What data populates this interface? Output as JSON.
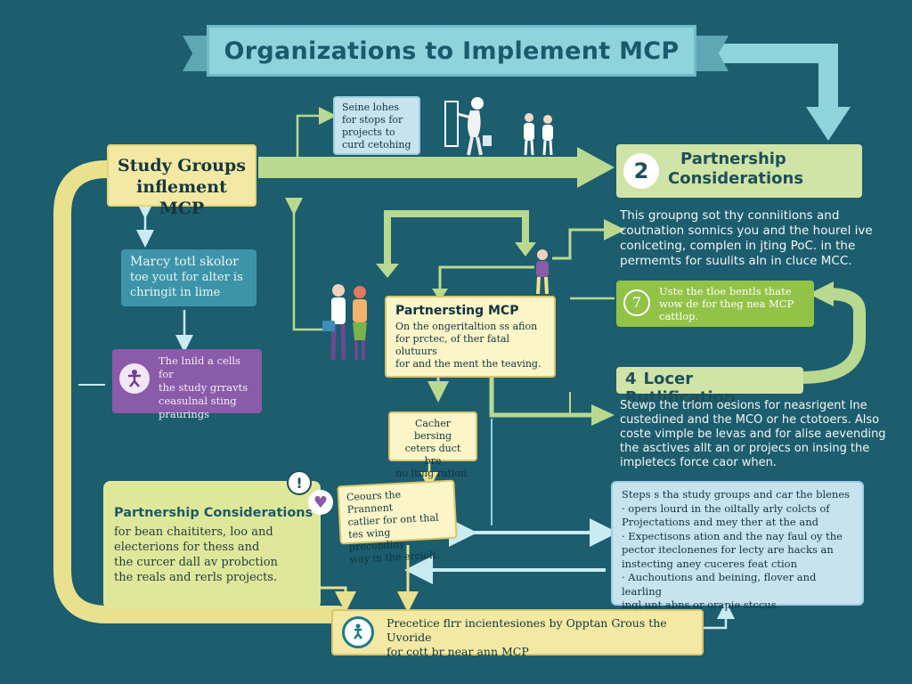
{
  "title": "Organizations to Implement MCP",
  "top_note": [
    "Seine lohes",
    "for stops for",
    "projects to",
    "curd cetohing"
  ],
  "study_groups": [
    "Study Groups",
    "inflement MCP"
  ],
  "left_box": [
    "Marcy totl skolor",
    "toe yout for alter is",
    "chringit in lime"
  ],
  "purple_box": [
    "The lnild a cells for",
    "the study grravts",
    "ceasulnal sting",
    "praurings"
  ],
  "partnership_top": {
    "number": "2",
    "lines": [
      "Partnership",
      "Considerations"
    ]
  },
  "partnership_desc": [
    "This groupng sot thy conniitions and",
    "coutnation sonnics you and the hourel ive",
    "conlceting, complen in jting PoC. in the",
    "permemts for suulits aln in cluce MCC."
  ],
  "use_box": {
    "number": "7",
    "lines": [
      "Uste the tloe bentls thate",
      "wow de for theg nea MCP",
      "cattlop."
    ]
  },
  "partnering_box": [
    "Partnersting MCP",
    "On the ongeritaltion ss afion",
    "for prctec, of ther fatal olutuurs",
    "for and the ment the teaving."
  ],
  "locer": {
    "number": "4",
    "label": "Locer Rutlification"
  },
  "locer_desc": [
    "Stewp the trlom oesions for neasrigent lne",
    "custedined and the MCO or he ctotoers. Also",
    "coste vimple be levas and for alise aevending",
    "the asctives allt an or projecs on insing the",
    "impletecs force caor when."
  ],
  "cachier_box": [
    "Cacher bersing",
    "ceters duct bre",
    "no lting ration."
  ],
  "partnership_bottom": {
    "heading": "Partnership Considerations",
    "lines": [
      "for bean chaititers, loo and",
      "electerions for thess and",
      "the curcer dall av probction",
      "the reals and rerls projects."
    ]
  },
  "cours_box": [
    "Ceours the Prannent",
    "catlier for ont thal",
    "tes wing precondiny",
    "way in the erciolt."
  ],
  "steps_box": [
    "Steps s tha study groups and car the blenes",
    "· opers lourd in the oiltally arly colcts of",
    "  Projectations and mey ther at the and",
    "· Expectisons ation and the nay faul oy the",
    "  pector iteclonenes for lecty are hacks an",
    "  instecting aney cuceres feat ction",
    "· Auchoutions and beining, flover and learling",
    "  ingl unt abns or orapie stccus."
  ],
  "bottom_box": [
    "Precetice flrr incientesiones by Opptan Grous the Uvoride",
    "for cott br near ann MCP"
  ],
  "colors": {
    "background": "#1c5d6e",
    "arrow_yellow": "#e9e18d",
    "arrow_green": "#b8d98f",
    "arrow_teal": "#8fd3dd",
    "lime": "#93c249",
    "purple": "#8a5ba8"
  },
  "icons": [
    "person-running-icon",
    "family-icon",
    "couple-icon",
    "child-icon",
    "exclamation-icon",
    "heart-icon",
    "accessibility-icon",
    "person-wheelchair-icon"
  ]
}
